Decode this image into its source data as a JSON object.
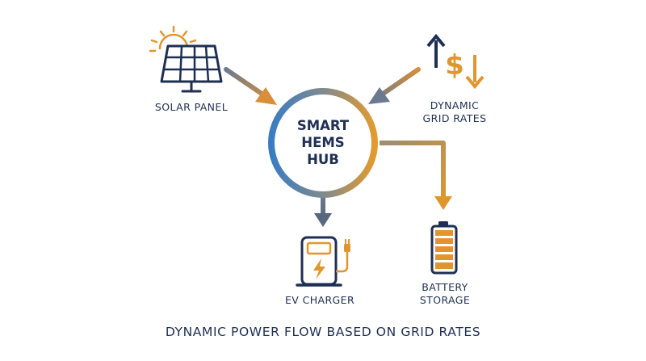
{
  "colors": {
    "navy": "#1f2f52",
    "orange": "#e0962f",
    "blue": "#3e7ec0"
  },
  "hub": {
    "lines": [
      "SMART",
      "HEMS",
      "HUB"
    ],
    "icon": "hub-ring"
  },
  "nodes": {
    "solar": {
      "lines": [
        "SOLAR PANEL"
      ],
      "icon": "solar-panel-icon"
    },
    "grid": {
      "lines": [
        "DYNAMIC",
        "GRID RATES"
      ],
      "icon": "dollar-arrows-icon"
    },
    "ev": {
      "lines": [
        "EV CHARGER"
      ],
      "icon": "ev-charger-icon"
    },
    "battery": {
      "lines": [
        "BATTERY",
        "STORAGE"
      ],
      "icon": "battery-icon"
    }
  },
  "caption": "DYNAMIC POWER FLOW BASED ON GRID RATES"
}
